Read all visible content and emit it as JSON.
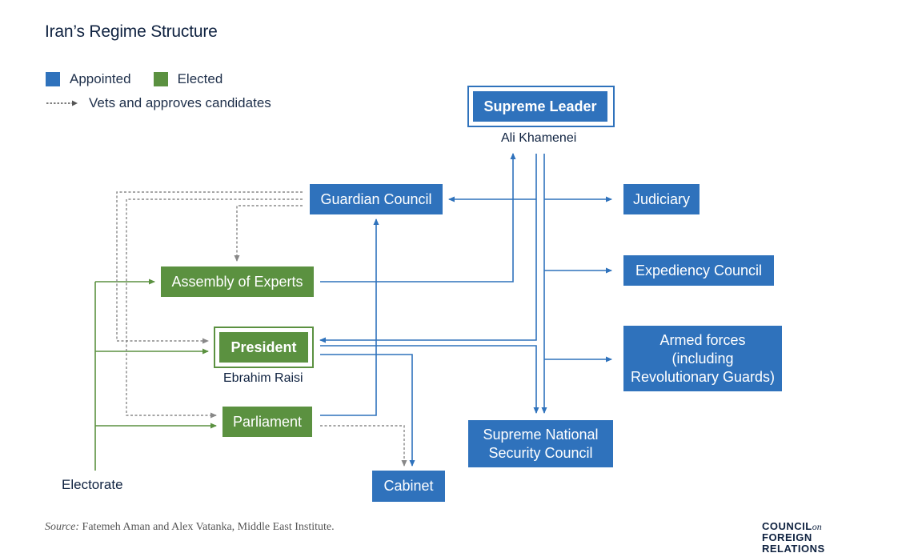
{
  "title": "Iran’s Regime Structure",
  "legend": {
    "appointed_label": "Appointed",
    "elected_label": "Elected",
    "vets_label": "Vets and approves candidates",
    "appointed_color": "#2f72bc",
    "elected_color": "#5b9140"
  },
  "nodes": {
    "supreme_leader": {
      "label": "Supreme Leader",
      "person": "Ali Khamenei"
    },
    "guardian_council": {
      "label": "Guardian Council"
    },
    "judiciary": {
      "label": "Judiciary"
    },
    "assembly_of_experts": {
      "label": "Assembly of Experts"
    },
    "expediency_council": {
      "label": "Expediency Council"
    },
    "president": {
      "label": "President",
      "person": "Ebrahim Raisi"
    },
    "armed_forces": {
      "line1": "Armed forces",
      "line2": "(including",
      "line3": "Revolutionary Guards)"
    },
    "parliament": {
      "label": "Parliament"
    },
    "snsc": {
      "line1": "Supreme National",
      "line2": "Security Council"
    },
    "cabinet": {
      "label": "Cabinet"
    },
    "electorate": {
      "label": "Electorate"
    }
  },
  "source": {
    "prefix": "Source:",
    "text": "Fatemeh Aman and Alex Vatanka, Middle East Institute."
  },
  "logo": {
    "line1": "COUNCIL",
    "on": "on",
    "line2": "FOREIGN",
    "line3": "RELATIONS"
  }
}
